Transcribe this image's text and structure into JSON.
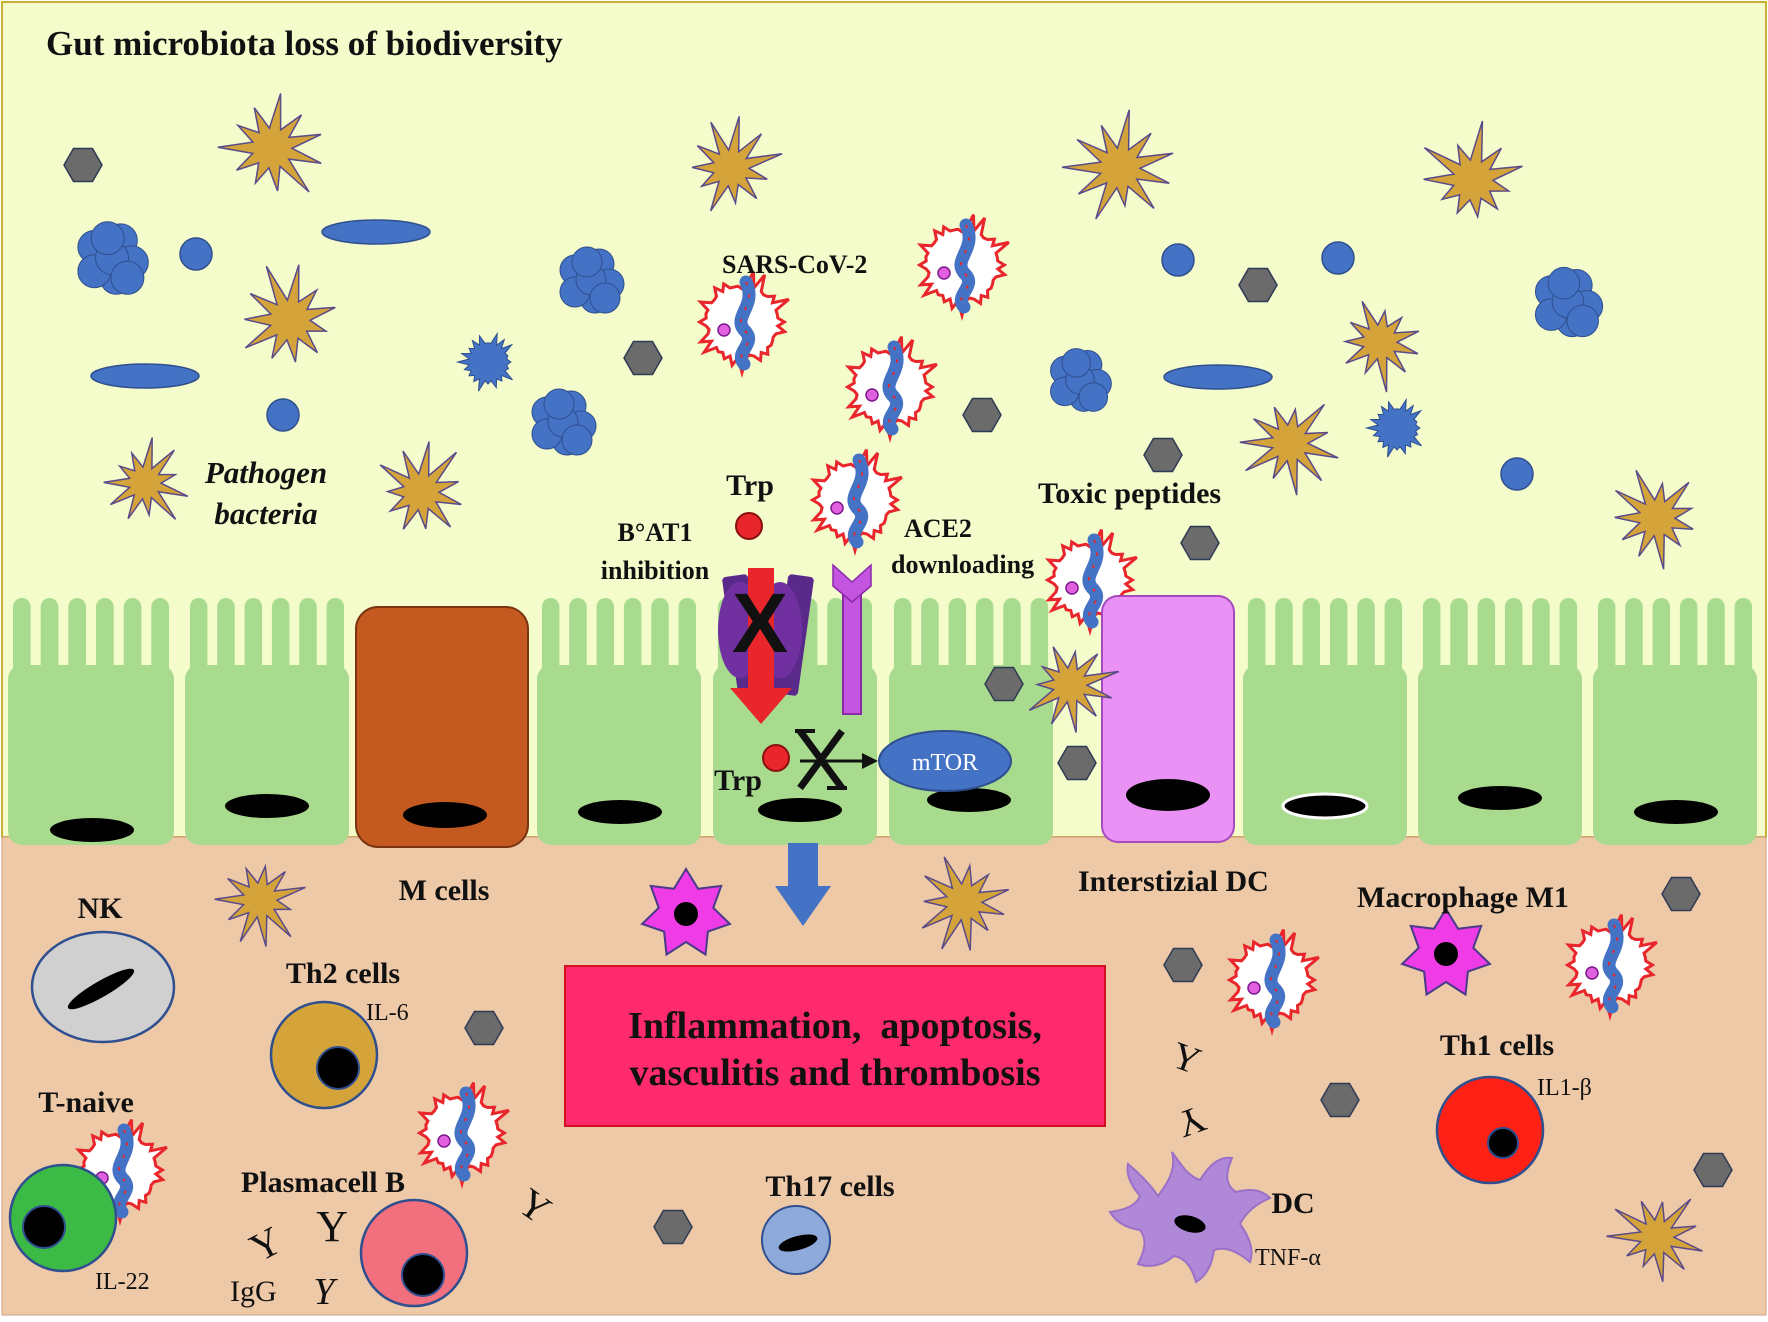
{
  "labels": {
    "title": "Gut microbiota loss of biodiversity",
    "pathogen_1": "Pathogen",
    "pathogen_2": "bacteria",
    "sars": "SARS-CoV-2",
    "trp_top": "Trp",
    "bat1_1": "B°AT1",
    "bat1_2": "inhibition",
    "ace2_1": "ACE2",
    "ace2_2": "downloading",
    "toxic": "Toxic peptides",
    "x_mark": "X",
    "mtor": "mTOR",
    "trp_bottom": "Trp",
    "m_cells": "M cells",
    "interstitial_dc": "Interstizial DC",
    "macrophage": "Macrophage M1",
    "nk": "NK",
    "th2": "Th2 cells",
    "il6": "IL-6",
    "t_naive": "T-naive",
    "il22": "IL-22",
    "plasmacell": "Plasmacell B",
    "igg": "IgG",
    "y_glyph": "Y",
    "th17": "Th17 cells",
    "dc": "DC",
    "tnf": "TNF-α",
    "th1": "Th1 cells",
    "il1b": "IL1-β",
    "outcome_1": "Inflammation,  apoptosis,",
    "outcome_2": "vasculitis and thrombosis"
  },
  "colors": {
    "lumen": "#f4fccc",
    "tissue": "#eec9a7",
    "enterocyte": "#a9db8e",
    "m_cell": "#c55a20",
    "goblet": "#e991f4",
    "bacteria_gold": "#d4a43a",
    "microbe_blue": "#4472c4",
    "peptide_gray": "#6b6b6b",
    "virus_spike": "#e8262b",
    "transporter": "#7030a0",
    "arrow_red": "#e8262b",
    "arrow_blue": "#4472c4",
    "ace2": "#c455e0",
    "outcome_box": "#ff2a6d",
    "th2": "#d4a43a",
    "t_naive": "#3cba46",
    "plasma": "#f2707e",
    "th1": "#ff2016",
    "th17": "#8eaadb",
    "nk": "#d0d0d0",
    "dc": "#b088d8",
    "macrophage": "#f03ce6"
  },
  "icons": [
    "pathogen-bacteria-icon",
    "sars-cov-2-virion-icon",
    "toxic-peptide-icon",
    "blue-microbe-icon",
    "antibody-icon",
    "dendritic-cell-icon"
  ]
}
